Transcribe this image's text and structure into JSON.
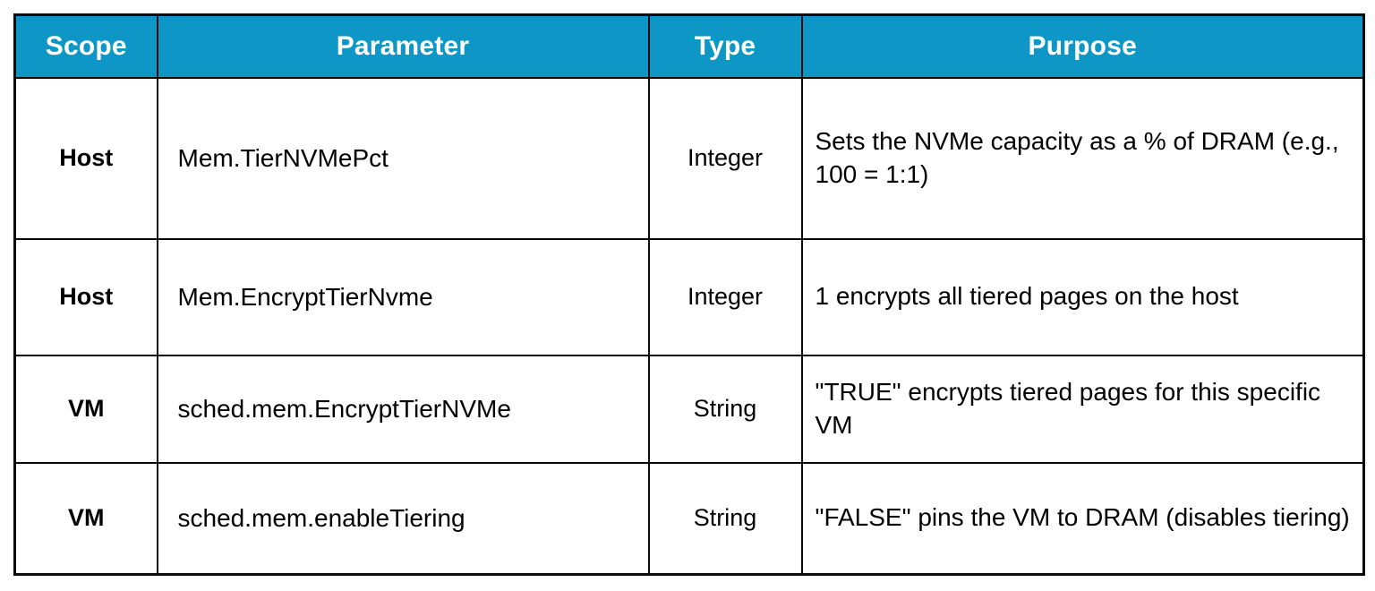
{
  "table": {
    "accent_color": "#0e97c6",
    "header_text_color": "#ffffff",
    "border_color": "#0a0a0a",
    "columns": [
      {
        "key": "scope",
        "label": "Scope"
      },
      {
        "key": "param",
        "label": "Parameter"
      },
      {
        "key": "type",
        "label": "Type"
      },
      {
        "key": "purpose",
        "label": "Purpose"
      }
    ],
    "rows": [
      {
        "scope": "Host",
        "param": "Mem.TierNVMePct",
        "type": "Integer",
        "purpose": "Sets the NVMe capacity as a % of DRAM (e.g., 100 = 1:1)"
      },
      {
        "scope": "Host",
        "param": "Mem.EncryptTierNvme",
        "type": "Integer",
        "purpose": "1 encrypts all tiered pages on the host"
      },
      {
        "scope": "VM",
        "param": "sched.mem.EncryptTierNVMe",
        "type": "String",
        "purpose": "\"TRUE\" encrypts tiered pages for this specific VM"
      },
      {
        "scope": "VM",
        "param": "sched.mem.enableTiering",
        "type": "String",
        "purpose": "\"FALSE\" pins the VM to DRAM (disables tiering)"
      }
    ]
  }
}
